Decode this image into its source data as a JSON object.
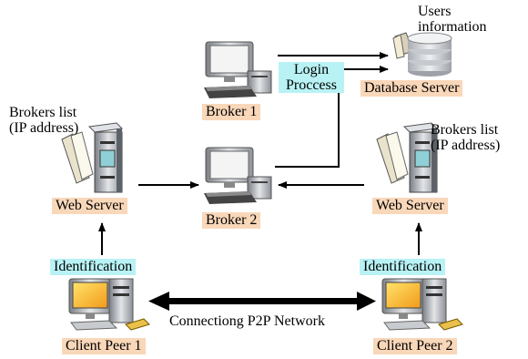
{
  "colors": {
    "label_orange": "#f9d7b9",
    "label_cyan": "#b8f2f4",
    "arrow": "#000000"
  },
  "nodes": {
    "broker1": {
      "label": "Broker 1",
      "icon": "desktop-computer-icon"
    },
    "broker2": {
      "label": "Broker 2",
      "icon": "desktop-computer-icon"
    },
    "database_server": {
      "label": "Database Server",
      "icon": "database-icon"
    },
    "web_server_left": {
      "label": "Web Server",
      "icon": "server-tower-icon"
    },
    "web_server_right": {
      "label": "Web Server",
      "icon": "server-tower-icon"
    },
    "client_peer1": {
      "label": "Client Peer 1",
      "icon": "client-computer-icon"
    },
    "client_peer2": {
      "label": "Client Peer 2",
      "icon": "client-computer-icon"
    }
  },
  "annotations": {
    "users_information": [
      "Users",
      "information"
    ],
    "brokers_list_left": [
      "Brokers list",
      "(IP address)"
    ],
    "brokers_list_right": [
      "Brokers list",
      "(IP address)"
    ],
    "login_process": [
      "Login",
      "Proccess"
    ],
    "identification_left": "Identification",
    "identification_right": "Identification",
    "p2p_network": "Connectiong P2P Network"
  }
}
